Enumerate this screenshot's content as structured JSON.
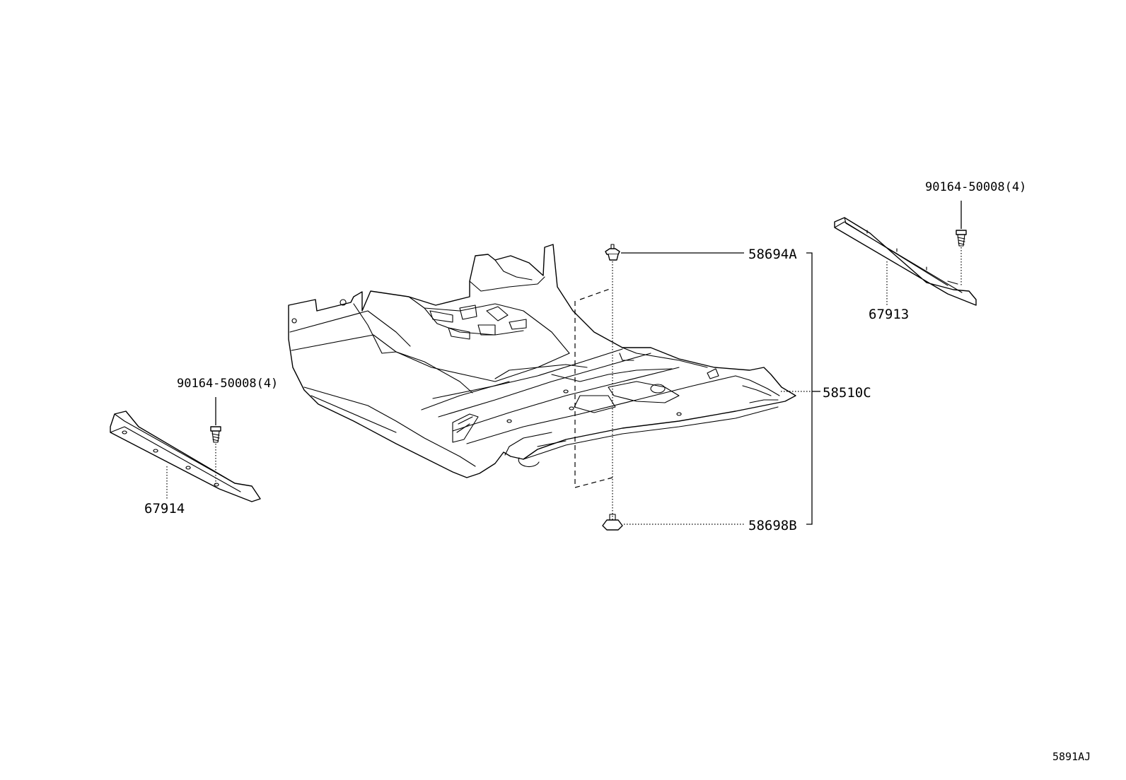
{
  "diagram_code": "5891AJ",
  "parts": {
    "carpet_assy": "58510C",
    "clip_top": "58694A",
    "clip_bottom": "58698B",
    "screw_right": "90164-50008(4)",
    "screw_left": "90164-50008(4)",
    "plate_right": "67913",
    "plate_left": "67914"
  }
}
